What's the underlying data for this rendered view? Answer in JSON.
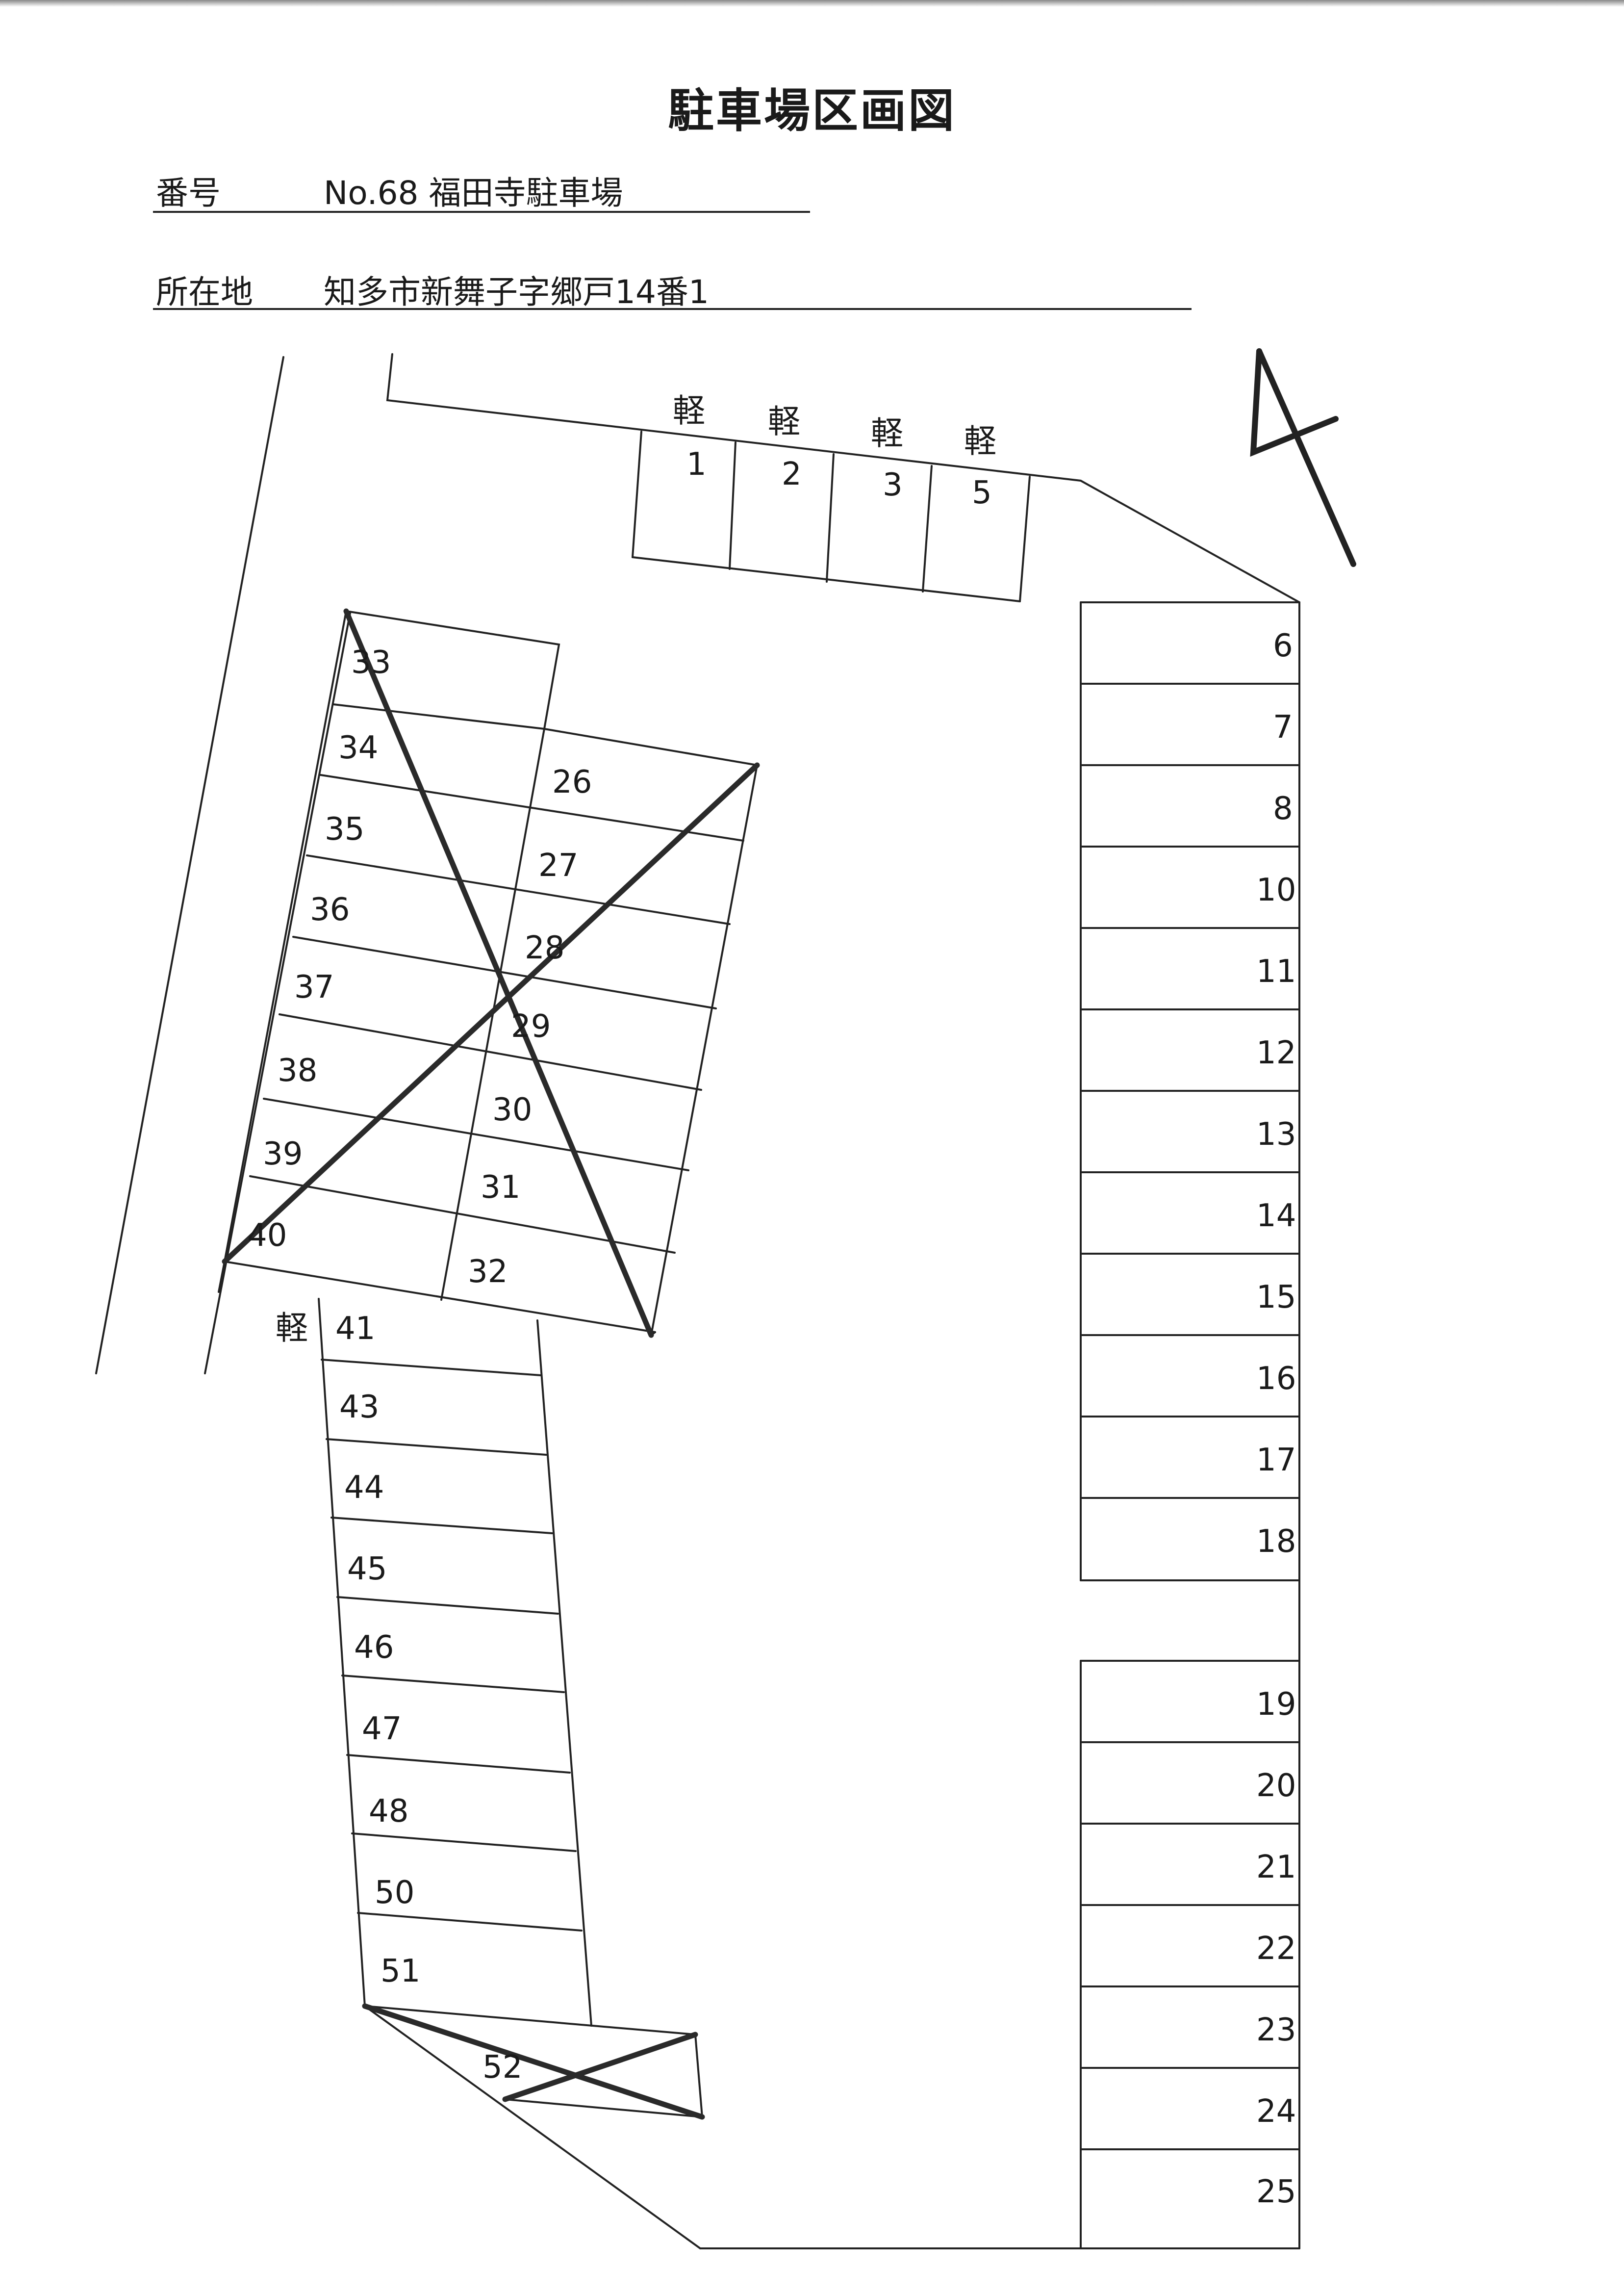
{
  "title": "駐車場区画図",
  "number_row": {
    "label": "番号",
    "value": "No.68 福田寺駐車場"
  },
  "location_row": {
    "label": "所在地",
    "value": "知多市新舞子字郷戸14番1"
  },
  "kei_label": "軽",
  "spaces": {
    "top_row": [
      "1",
      "2",
      "3",
      "5"
    ],
    "right_column_upper": [
      "6",
      "7",
      "8",
      "10",
      "11",
      "12",
      "13",
      "14",
      "15",
      "16",
      "17",
      "18"
    ],
    "right_column_lower": [
      "19",
      "20",
      "21",
      "22",
      "23",
      "24",
      "25"
    ],
    "block_right": [
      "26",
      "27",
      "28",
      "29",
      "30",
      "31",
      "32"
    ],
    "block_left": [
      "33",
      "34",
      "35",
      "36",
      "37",
      "38",
      "39",
      "40"
    ],
    "left_column": [
      "41",
      "43",
      "44",
      "45",
      "46",
      "47",
      "48",
      "50",
      "51"
    ],
    "bottom_cell": [
      "52"
    ]
  },
  "crossed_out": [
    "26",
    "27",
    "28",
    "29",
    "30",
    "31",
    "32",
    "33",
    "34",
    "35",
    "36",
    "37",
    "38",
    "39",
    "40",
    "52"
  ],
  "north_arrow_icon": "north-arrow-icon"
}
